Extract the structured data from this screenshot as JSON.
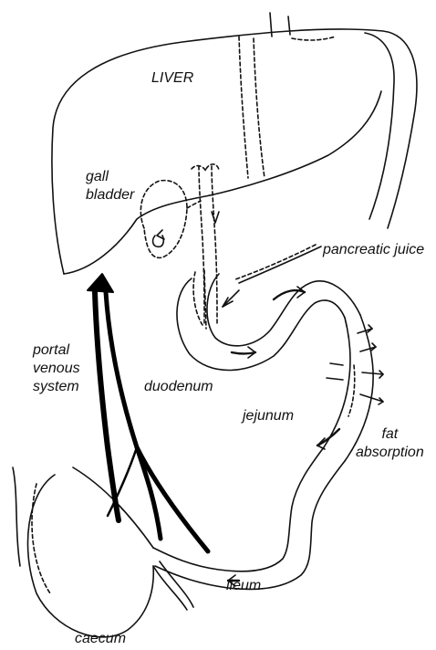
{
  "labels": {
    "liver": "LIVER",
    "gall_bladder": [
      "gall",
      "bladder"
    ],
    "pancreatic_juice": "pancreatic juice",
    "portal_venous_system": [
      "portal",
      "venous",
      "system"
    ],
    "duodenum": "duodenum",
    "jejunum": "jejunum",
    "fat_absorption": [
      "fat",
      "absorption"
    ],
    "ileum": "ileum",
    "caecum": "caecum"
  },
  "colors": {
    "ink": "#111111",
    "background": "#ffffff"
  }
}
